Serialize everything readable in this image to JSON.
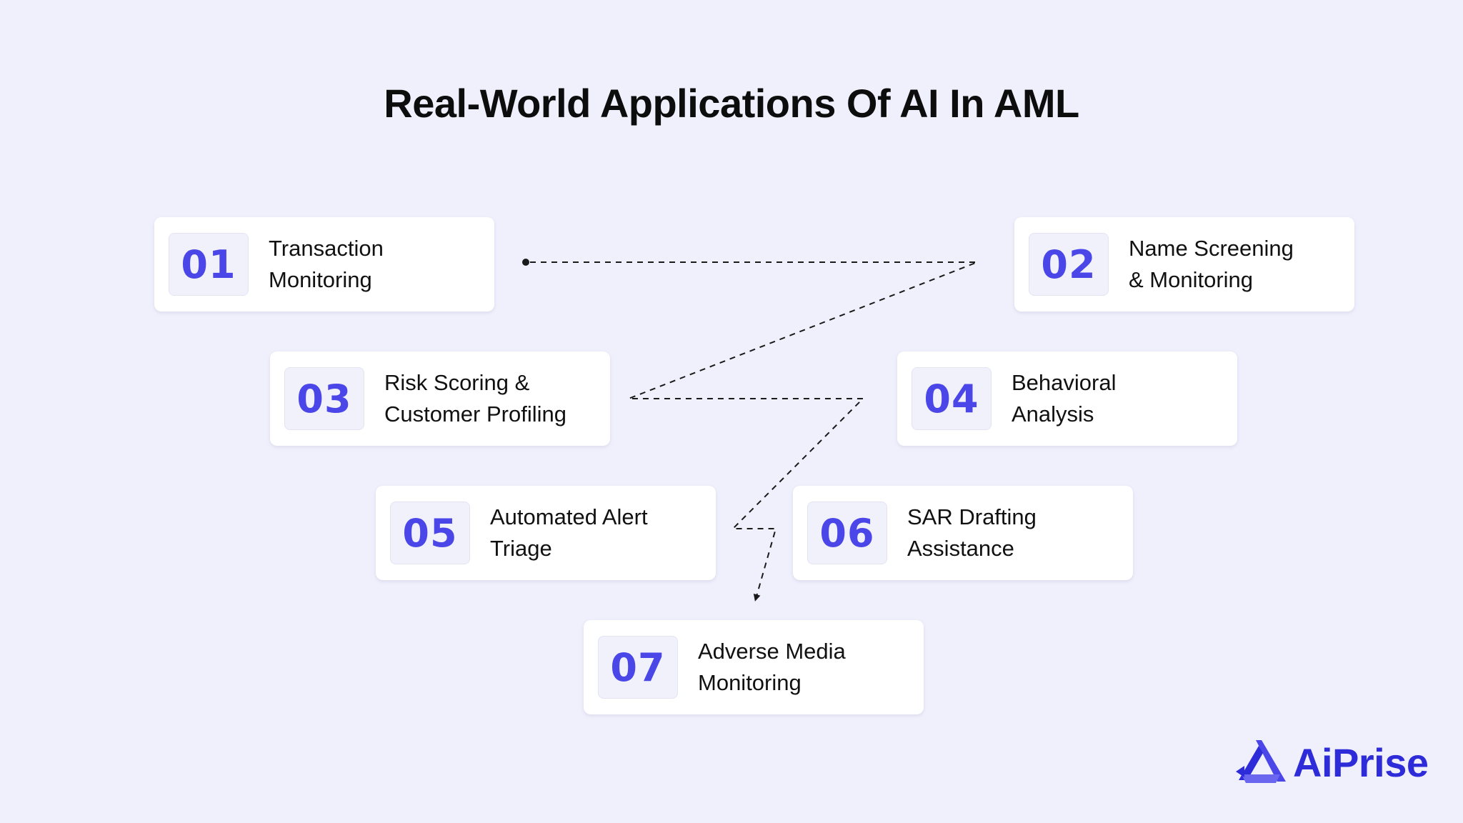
{
  "title": "Real-World Applications Of AI In AML",
  "steps": [
    {
      "number": "01",
      "label": "Transaction\nMonitoring"
    },
    {
      "number": "02",
      "label": "Name Screening\n&  Monitoring"
    },
    {
      "number": "03",
      "label": "Risk Scoring &\nCustomer Profiling"
    },
    {
      "number": "04",
      "label": "Behavioral\nAnalysis"
    },
    {
      "number": "05",
      "label": "Automated Alert\nTriage"
    },
    {
      "number": "06",
      "label": "SAR Drafting\nAssistance"
    },
    {
      "number": "07",
      "label": "Adverse Media\nMonitoring"
    }
  ],
  "brand": {
    "name": "AiPrise",
    "logo_icon": "aiprise-logo-icon"
  },
  "colors": {
    "background": "#f0f0fd",
    "accent": "#4b46e8",
    "brand": "#2e2bd9",
    "number_box": "#f1f1fb",
    "connector": "#1a1a1a"
  }
}
